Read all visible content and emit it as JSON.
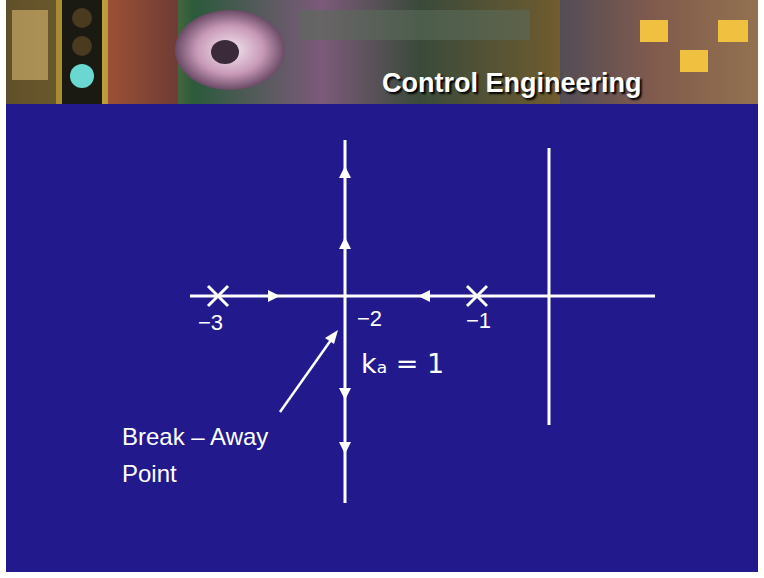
{
  "diagram": {
    "labels": [
      "Control Engineering",
      "−3",
      "−2",
      "−1",
      "kₐ = 1",
      "Break – Away Point"
    ]
  }
}
